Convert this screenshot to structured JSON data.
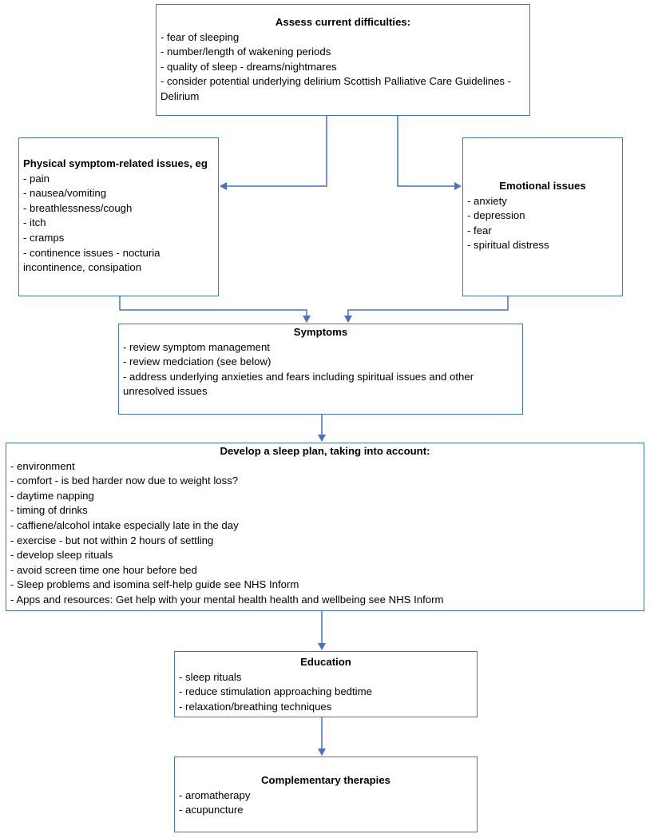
{
  "diagram": {
    "accent_color": "#4472c4",
    "assess": {
      "title": "Assess current difficulties:",
      "items": [
        "- fear of sleeping",
        "- number/length of wakening periods",
        "- quality of sleep - dreams/nightmares",
        "- consider potential underlying delirium Scottish Palliative Care Guidelines - Delirium"
      ]
    },
    "physical": {
      "title": "Physical symptom-related issues, eg",
      "items": [
        "- pain",
        "- nausea/vomiting",
        "- breathlessness/cough",
        "- itch",
        "- cramps",
        "- continence issues - nocturia incontinence, consipation"
      ]
    },
    "emotional": {
      "title": "Emotional issues",
      "items": [
        "- anxiety",
        "- depression",
        "- fear",
        "- spiritual distress"
      ]
    },
    "symptoms": {
      "title": "Symptoms",
      "items": [
        "- review symptom management",
        "- review medciation (see below)",
        "- address underlying anxieties and fears including spiritual issues and other unresolved issues"
      ]
    },
    "sleep_plan": {
      "title": "Develop a sleep plan, taking into account:",
      "items": [
        "- environment",
        "- comfort - is bed harder now due to weight loss?",
        "- daytime napping",
        "- timing of drinks",
        "- caffiene/alcohol intake especially late in the day",
        "- exercise - but not within 2 hours of settling",
        "- develop sleep rituals",
        "- avoid screen time one hour before bed",
        "- Sleep problems and isomina self-help guide see NHS Inform",
        "- Apps and resources: Get help with your mental health health and wellbeing see NHS Inform"
      ]
    },
    "education": {
      "title": "Education",
      "items": [
        "- sleep rituals",
        "- reduce stimulation approaching bedtime",
        "- relaxation/breathing techniques"
      ]
    },
    "therapies": {
      "title": "Complementary therapies",
      "items": [
        "- aromatherapy",
        "- acupuncture"
      ]
    }
  }
}
